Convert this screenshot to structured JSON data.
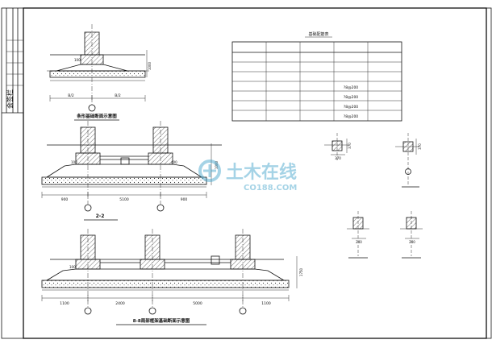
{
  "title_block": {
    "label": "会签栏"
  },
  "sections": {
    "strip_title": "条形基础断面示意图",
    "section_22_title": "2-2",
    "section_88_title": "8-8局部框架基础断面示意图"
  },
  "strip_dims": {
    "left": "B/2",
    "right": "B/2",
    "height": "1000",
    "left_mark": "100"
  },
  "section_22_dims": {
    "a": "900",
    "b": "5100",
    "c": "900",
    "height": "1000",
    "offset_l": "100",
    "offset_r": "400"
  },
  "section_88_dims": {
    "a": "1100",
    "b": "2400",
    "c": "5000",
    "d": "1100",
    "height": "1750",
    "offset_l": "100"
  },
  "schedule": {
    "title": "基础配筋表",
    "rows": [
      "",
      "",
      "",
      "",
      "",
      "",
      "",
      ""
    ],
    "rebar": [
      "?8@200",
      "?8@200",
      "?8@200",
      "?8@200"
    ]
  },
  "col_details": {
    "d1_w": "370",
    "d1_h": "370",
    "d2_h": "370",
    "d3_w": "240",
    "d4_w": "240"
  },
  "watermark": {
    "main": "土木在线",
    "sub": "CO188.COM"
  }
}
